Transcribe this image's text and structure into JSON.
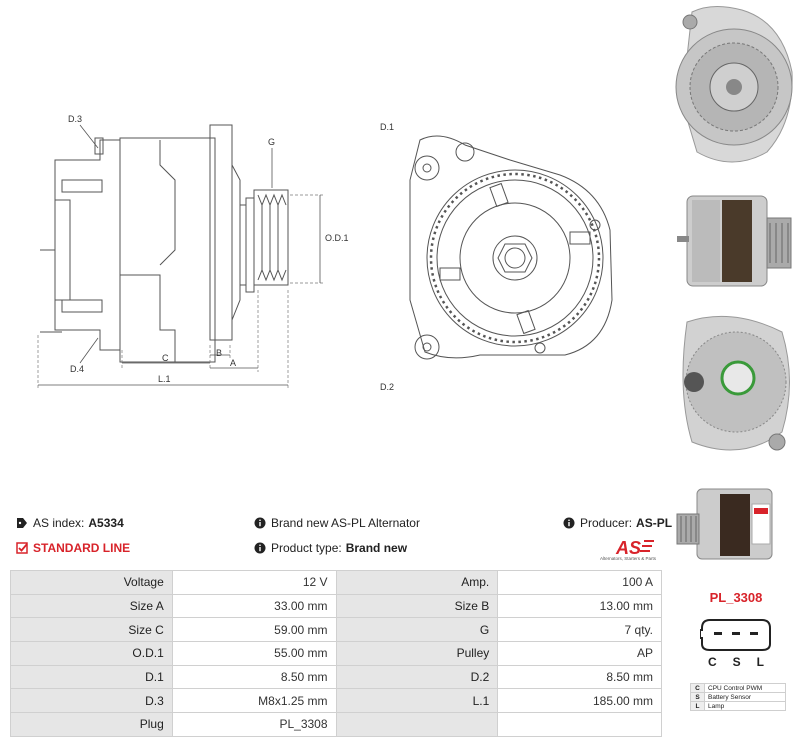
{
  "drawing_labels": {
    "d3": "D.3",
    "d4": "D.4",
    "g": "G",
    "od1": "O.D.1",
    "b": "B",
    "a": "A",
    "c": "C",
    "l1": "L.1",
    "d1": "D.1",
    "d2": "D.2"
  },
  "info": {
    "as_index_label": "AS index:",
    "as_index_value": "A5334",
    "standard_line": "STANDARD LINE",
    "brand_desc": "Brand new AS-PL Alternator",
    "product_type_label": "Product type:",
    "product_type_value": "Brand new",
    "producer_label": "Producer:",
    "producer_value": "AS-PL"
  },
  "logo": {
    "mark": "AS",
    "tagline": "Alternators, Starters & Parts"
  },
  "specs": [
    [
      {
        "label": "Voltage",
        "value": "12 V"
      },
      {
        "label": "Amp.",
        "value": "100 A"
      }
    ],
    [
      {
        "label": "Size A",
        "value": "33.00 mm"
      },
      {
        "label": "Size B",
        "value": "13.00 mm"
      }
    ],
    [
      {
        "label": "Size C",
        "value": "59.00 mm"
      },
      {
        "label": "G",
        "value": "7 qty."
      }
    ],
    [
      {
        "label": "O.D.1",
        "value": "55.00 mm"
      },
      {
        "label": "Pulley",
        "value": "AP"
      }
    ],
    [
      {
        "label": "D.1",
        "value": "8.50 mm"
      },
      {
        "label": "D.2",
        "value": "8.50 mm"
      }
    ],
    [
      {
        "label": "D.3",
        "value": "M8x1.25 mm"
      },
      {
        "label": "L.1",
        "value": "185.00 mm"
      }
    ],
    [
      {
        "label": "Plug",
        "value": "PL_3308"
      },
      {
        "label": "",
        "value": ""
      }
    ]
  ],
  "plug": {
    "title": "PL_3308",
    "pins": [
      "C",
      "S",
      "L"
    ],
    "legend": [
      {
        "code": "C",
        "desc": "CPU Control PWM"
      },
      {
        "code": "S",
        "desc": "Battery Sensor"
      },
      {
        "code": "L",
        "desc": "Lamp"
      }
    ]
  },
  "colors": {
    "accent_red": "#d8232a",
    "table_label_bg": "#e6e6e6",
    "drawing_line": "#555555"
  }
}
